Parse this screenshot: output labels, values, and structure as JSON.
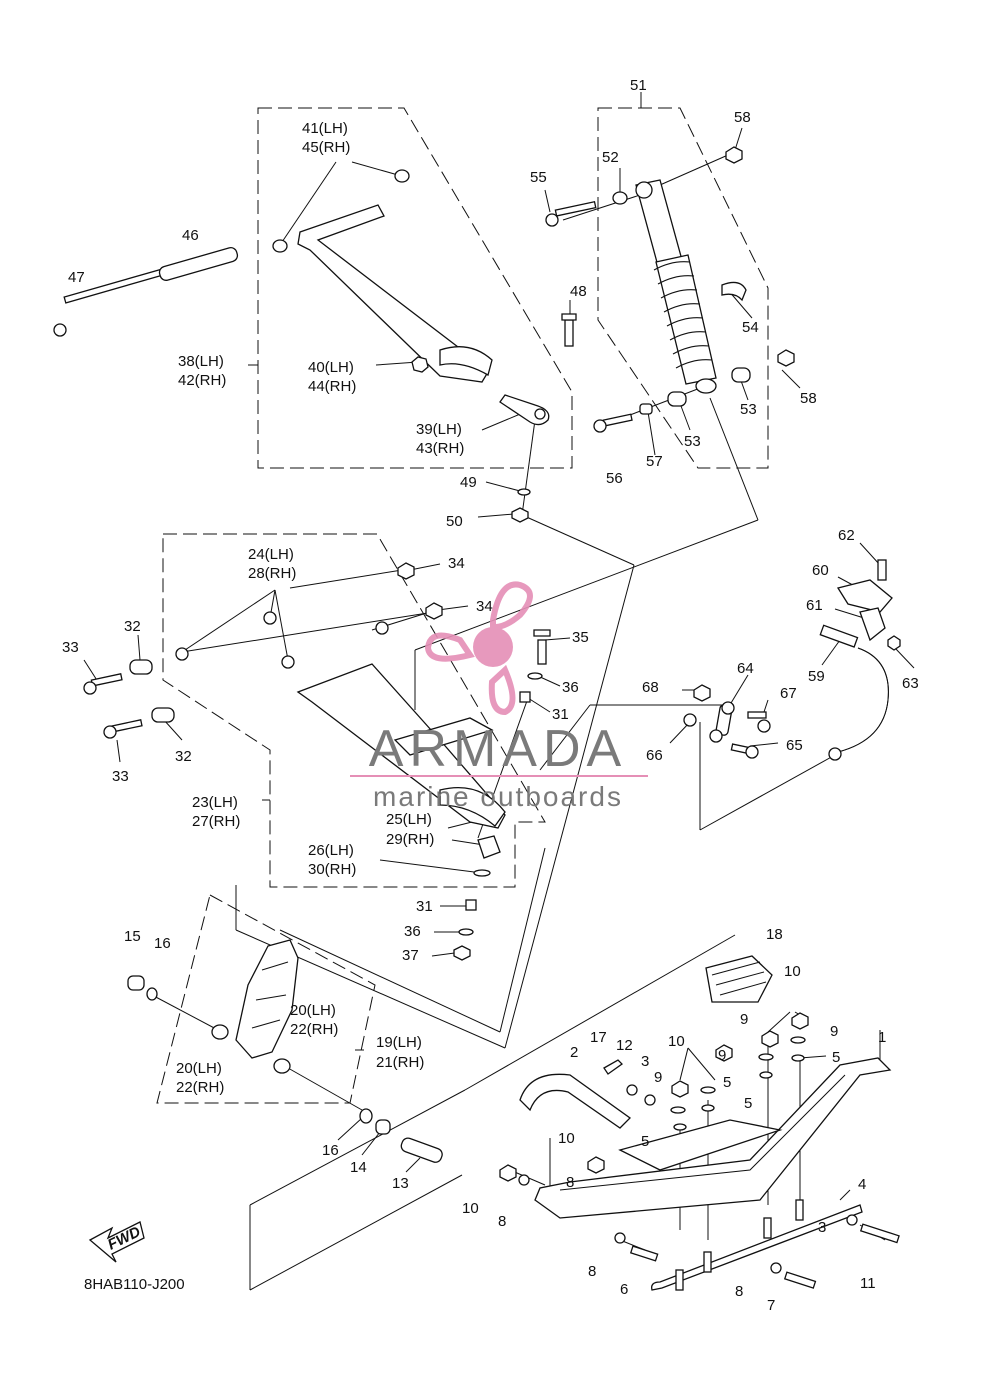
{
  "watermark": {
    "brand": "ARMADA",
    "tagline": "marine outboards",
    "logo_color": "#e58fb6",
    "text_color": "#7a7a7a"
  },
  "fwd_label": "FWD",
  "diagram_code": "8HAB110-J200",
  "callouts": {
    "c1": "1",
    "c2": "2",
    "c3a": "3",
    "c3b": "3",
    "c4": "4",
    "c5a": "5",
    "c5b": "5",
    "c5c": "5",
    "c5d": "5",
    "c6": "6",
    "c7": "7",
    "c8a": "8",
    "c8b": "8",
    "c8c": "8",
    "c8d": "8",
    "c9a": "9",
    "c9b": "9",
    "c9c": "9",
    "c9d": "9",
    "c10a": "10",
    "c10b": "10",
    "c10c": "10",
    "c10d": "10",
    "c11": "11",
    "c12": "12",
    "c13": "13",
    "c14": "14",
    "c15": "15",
    "c16a": "16",
    "c16b": "16",
    "c17": "17",
    "c18": "18",
    "c19a": "19(LH)",
    "c19b": "21(RH)",
    "c20a1": "20(LH)",
    "c20a2": "22(RH)",
    "c20b1": "20(LH)",
    "c20b2": "22(RH)",
    "c23a": "23(LH)",
    "c23b": "27(RH)",
    "c24a": "24(LH)",
    "c24b": "28(RH)",
    "c25a": "25(LH)",
    "c25b": "29(RH)",
    "c26a": "26(LH)",
    "c26b": "30(RH)",
    "c31a": "31",
    "c31b": "31",
    "c32a": "32",
    "c32b": "32",
    "c33a": "33",
    "c33b": "33",
    "c34a": "34",
    "c34b": "34",
    "c35": "35",
    "c36a": "36",
    "c36b": "36",
    "c37": "37",
    "c38a": "38(LH)",
    "c38b": "42(RH)",
    "c39a": "39(LH)",
    "c39b": "43(RH)",
    "c40a": "40(LH)",
    "c40b": "44(RH)",
    "c41a": "41(LH)",
    "c41b": "45(RH)",
    "c46": "46",
    "c47": "47",
    "c48": "48",
    "c49": "49",
    "c50": "50",
    "c51": "51",
    "c52": "52",
    "c53a": "53",
    "c53b": "53",
    "c54": "54",
    "c55": "55",
    "c56": "56",
    "c57": "57",
    "c58a": "58",
    "c58b": "58",
    "c59": "59",
    "c60": "60",
    "c61": "61",
    "c62": "62",
    "c63": "63",
    "c64": "64",
    "c65": "65",
    "c66": "66",
    "c67": "67",
    "c68": "68"
  }
}
